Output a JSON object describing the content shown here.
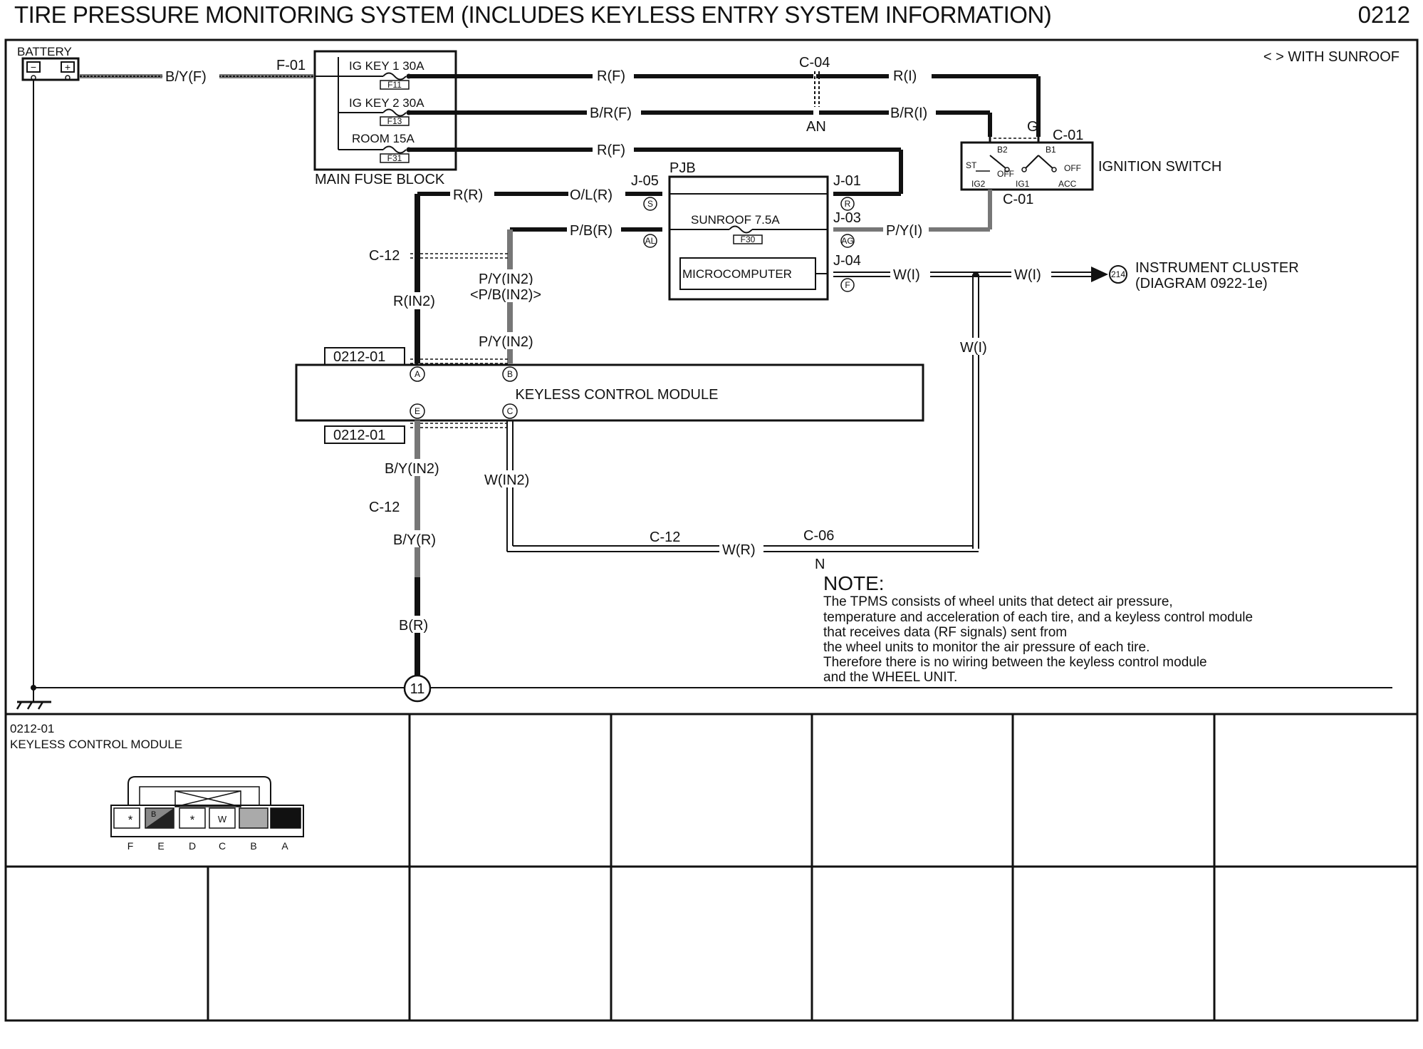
{
  "header": {
    "title": "TIRE PRESSURE MONITORING SYSTEM (INCLUDES KEYLESS ENTRY SYSTEM INFORMATION)",
    "code": "0212"
  },
  "legend": {
    "sunroof_note": "< > WITH SUNROOF"
  },
  "components": {
    "battery": "BATTERY",
    "main_fuse_block": "MAIN FUSE BLOCK",
    "fuse_ig_key1": "IG KEY 1 30A",
    "fuse_ig_key1_id": "F11",
    "fuse_ig_key2": "IG KEY 2 30A",
    "fuse_ig_key2_id": "F13",
    "fuse_room": "ROOM 15A",
    "fuse_room_id": "F31",
    "pjb": "PJB",
    "sunroof_fuse": "SUNROOF 7.5A",
    "sunroof_fuse_id": "F30",
    "microcomputer": "MICROCOMPUTER",
    "ignition_switch": "IGNITION SWITCH",
    "keyless_module": "KEYLESS CONTROL MODULE",
    "instrument_cluster": "INSTRUMENT CLUSTER",
    "instrument_cluster_ref": "(DIAGRAM  0922-1e)",
    "instrument_cluster_badge": "214",
    "ground_point": "11"
  },
  "connectors": {
    "f01": "F-01",
    "c04": "C-04",
    "c01_top": "C-01",
    "c01_bottom": "C-01",
    "g": "G",
    "an": "AN",
    "j05": "J-05",
    "j01": "J-01",
    "j03": "J-03",
    "j04": "J-04",
    "c12_upper": "C-12",
    "c12_lower": "C-12",
    "c12_bottom": "C-12",
    "c06": "C-06",
    "n": "N",
    "module_ref_top": "0212-01",
    "module_ref_bottom": "0212-01"
  },
  "pins": {
    "j05_pin": "S",
    "pb_pin": "AL",
    "j01_pin": "R",
    "j03_pin": "AG",
    "j04_pin": "F",
    "module_a": "A",
    "module_b": "B",
    "module_e": "E",
    "module_c": "C"
  },
  "switch_labels": {
    "b2": "B2",
    "b1": "B1",
    "st": "ST",
    "off_left": "OFF",
    "off_right": "OFF",
    "ig2": "IG2",
    "ig1": "IG1",
    "acc": "ACC"
  },
  "wires": {
    "by_f": "B/Y(F)",
    "r_f_top": "R(F)",
    "r_i": "R(I)",
    "br_f": "B/R(F)",
    "br_i": "B/R(I)",
    "r_f_room": "R(F)",
    "r_r": "R(R)",
    "ol_r": "O/L(R)",
    "pb_r": "P/B(R)",
    "py_i": "P/Y(I)",
    "w_i_1": "W(I)",
    "w_i_2": "W(I)",
    "w_i_3": "W(I)",
    "r_in2": "R(IN2)",
    "py_in2_a": "P/Y(IN2)",
    "pb_in2": "<P/B(IN2)>",
    "py_in2_b": "P/Y(IN2)",
    "by_in2": "B/Y(IN2)",
    "by_r": "B/Y(R)",
    "b_r": "B(R)",
    "w_in2": "W(IN2)",
    "w_r": "W(R)"
  },
  "note": {
    "heading": "NOTE:",
    "lines": [
      "The TPMS consists of wheel units that detect air pressure,",
      "temperature and acceleration of each tire, and a keyless control module",
      "that receives data (RF signals) sent from",
      "the wheel units to monitor the air pressure of each tire.",
      "Therefore there is no wiring between the keyless control module",
      "and the WHEEL UNIT."
    ]
  },
  "connector_table": {
    "cell_code": "0212-01",
    "cell_title": "KEYLESS CONTROL MODULE",
    "pin_letters": [
      "F",
      "E",
      "D",
      "C",
      "B",
      "A"
    ],
    "pin_marks": [
      "*",
      "B",
      "*",
      "W",
      "",
      ""
    ]
  }
}
